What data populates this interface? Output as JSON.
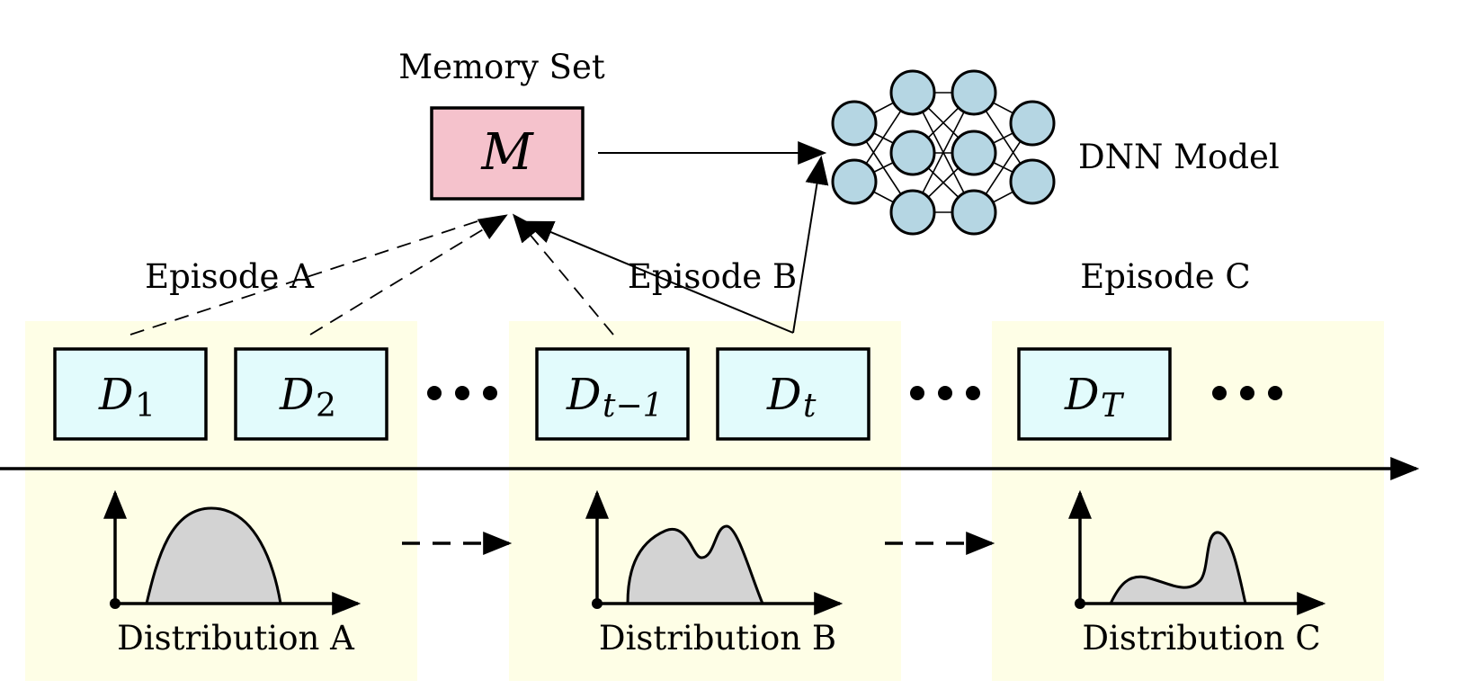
{
  "memory": {
    "title": "Memory Set",
    "symbol": "M",
    "fill": "#f5c2cc"
  },
  "model": {
    "label": "DNN Model",
    "node_fill": "#b5d6e3"
  },
  "episodes": [
    {
      "label": "Episode A",
      "distribution": "Distribution A"
    },
    {
      "label": "Episode B",
      "distribution": "Distribution B"
    },
    {
      "label": "Episode C",
      "distribution": "Distribution C"
    }
  ],
  "datasets": [
    {
      "symbol": "D",
      "subscript": "1",
      "italic_sub": false
    },
    {
      "symbol": "D",
      "subscript": "2",
      "italic_sub": false
    },
    {
      "symbol": "D",
      "subscript": "t−1",
      "italic_sub": true
    },
    {
      "symbol": "D",
      "subscript": "t",
      "italic_sub": true
    },
    {
      "symbol": "D",
      "subscript": "T",
      "italic_sub": true
    }
  ],
  "colors": {
    "episode_bg": "#fefee6",
    "dataset_fill": "#e2fbfc",
    "distribution_fill": "#d3d3d3"
  }
}
